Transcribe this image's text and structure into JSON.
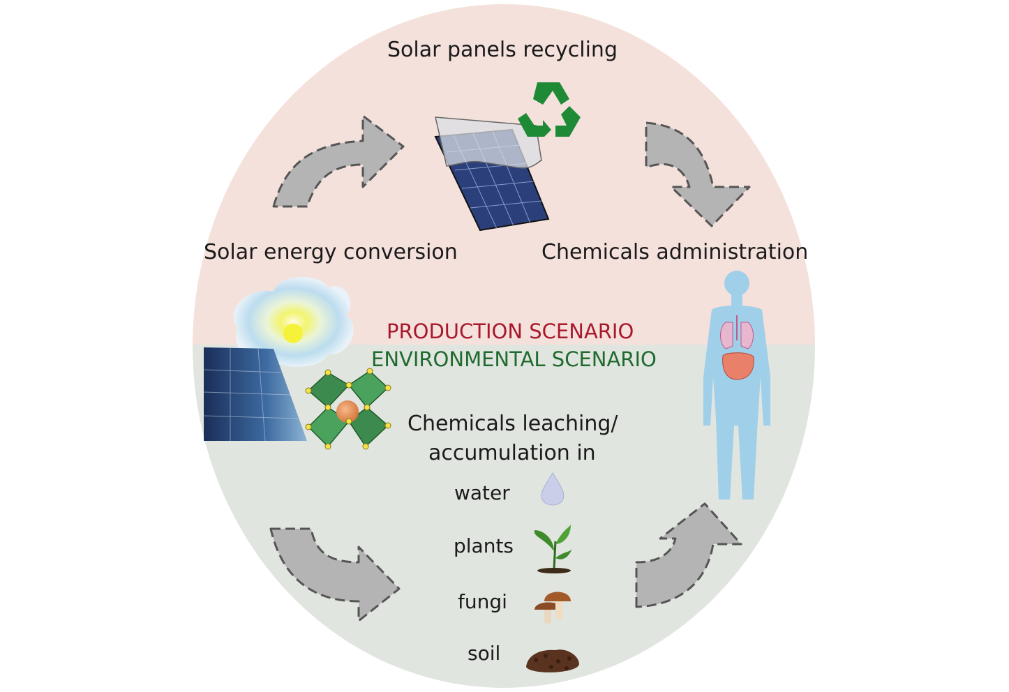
{
  "labels": {
    "top": "Solar panels recycling",
    "left": "Solar energy conversion",
    "right": "Chemicals administration",
    "production": "PRODUCTION SCENARIO",
    "environmental": "ENVIRONMENTAL SCENARIO",
    "leaching_line1": "Chemicals leaching/",
    "leaching_line2": "accumulation in"
  },
  "media": [
    {
      "label": "water",
      "icon": "water-drop-icon"
    },
    {
      "label": "plants",
      "icon": "plant-icon"
    },
    {
      "label": "fungi",
      "icon": "mushroom-icon"
    },
    {
      "label": "soil",
      "icon": "soil-icon"
    }
  ],
  "colors": {
    "production_bg": "#f5e1dc",
    "environmental_bg": "#e1e5df",
    "production_text": "#a8182b",
    "environmental_text": "#1f6a2e",
    "arrow_fill": "#b4b4b4",
    "arrow_stroke": "#555555",
    "recycle_green": "#1f8a36",
    "body_blue": "#9fcfe9"
  }
}
